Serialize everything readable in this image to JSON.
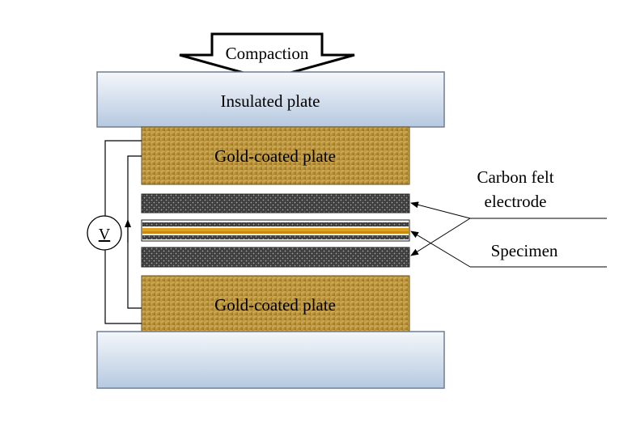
{
  "labels": {
    "compaction": "Compaction",
    "insulated_plate": "Insulated plate",
    "gold_plate_top": "Gold-coated plate",
    "gold_plate_bottom": "Gold-coated plate",
    "carbon_felt_line1": "Carbon felt",
    "carbon_felt_line2": "electrode",
    "specimen": "Specimen",
    "voltmeter": "V"
  },
  "colors": {
    "insulated_fill_top": "#f2f6fb",
    "insulated_fill_bottom": "#b9cbe2",
    "insulated_stroke": "#6f7f93",
    "gold_light": "#d9b45a",
    "gold_dark": "#8e6a22",
    "felt_dark": "#2f2f2f",
    "felt_light": "#8a8a8a",
    "specimen_core": "#e0a020",
    "wire": "#000000"
  }
}
